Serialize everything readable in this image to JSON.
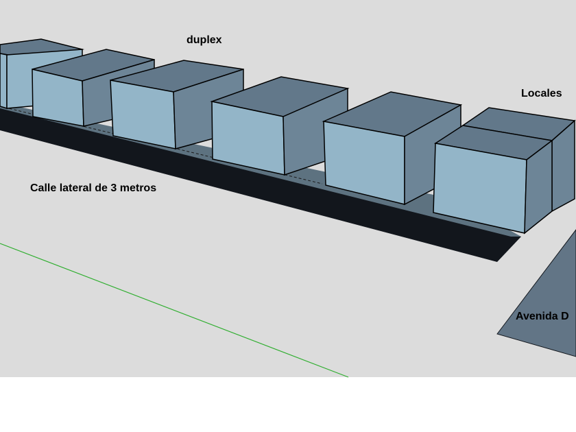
{
  "labels": {
    "duplex": "duplex",
    "locales": "Locales",
    "side_street": "Calle lateral de 3 metros",
    "avenue": "Avenida D"
  },
  "colors": {
    "ground": "#dcdcdc",
    "box_top": "#62788a",
    "box_front": "#93b5c8",
    "box_side": "#6d8597",
    "platform_edge": "#12161c",
    "platform_top": "#5d7280",
    "avenue": "#627586",
    "axis_line": "#2fae2f"
  }
}
